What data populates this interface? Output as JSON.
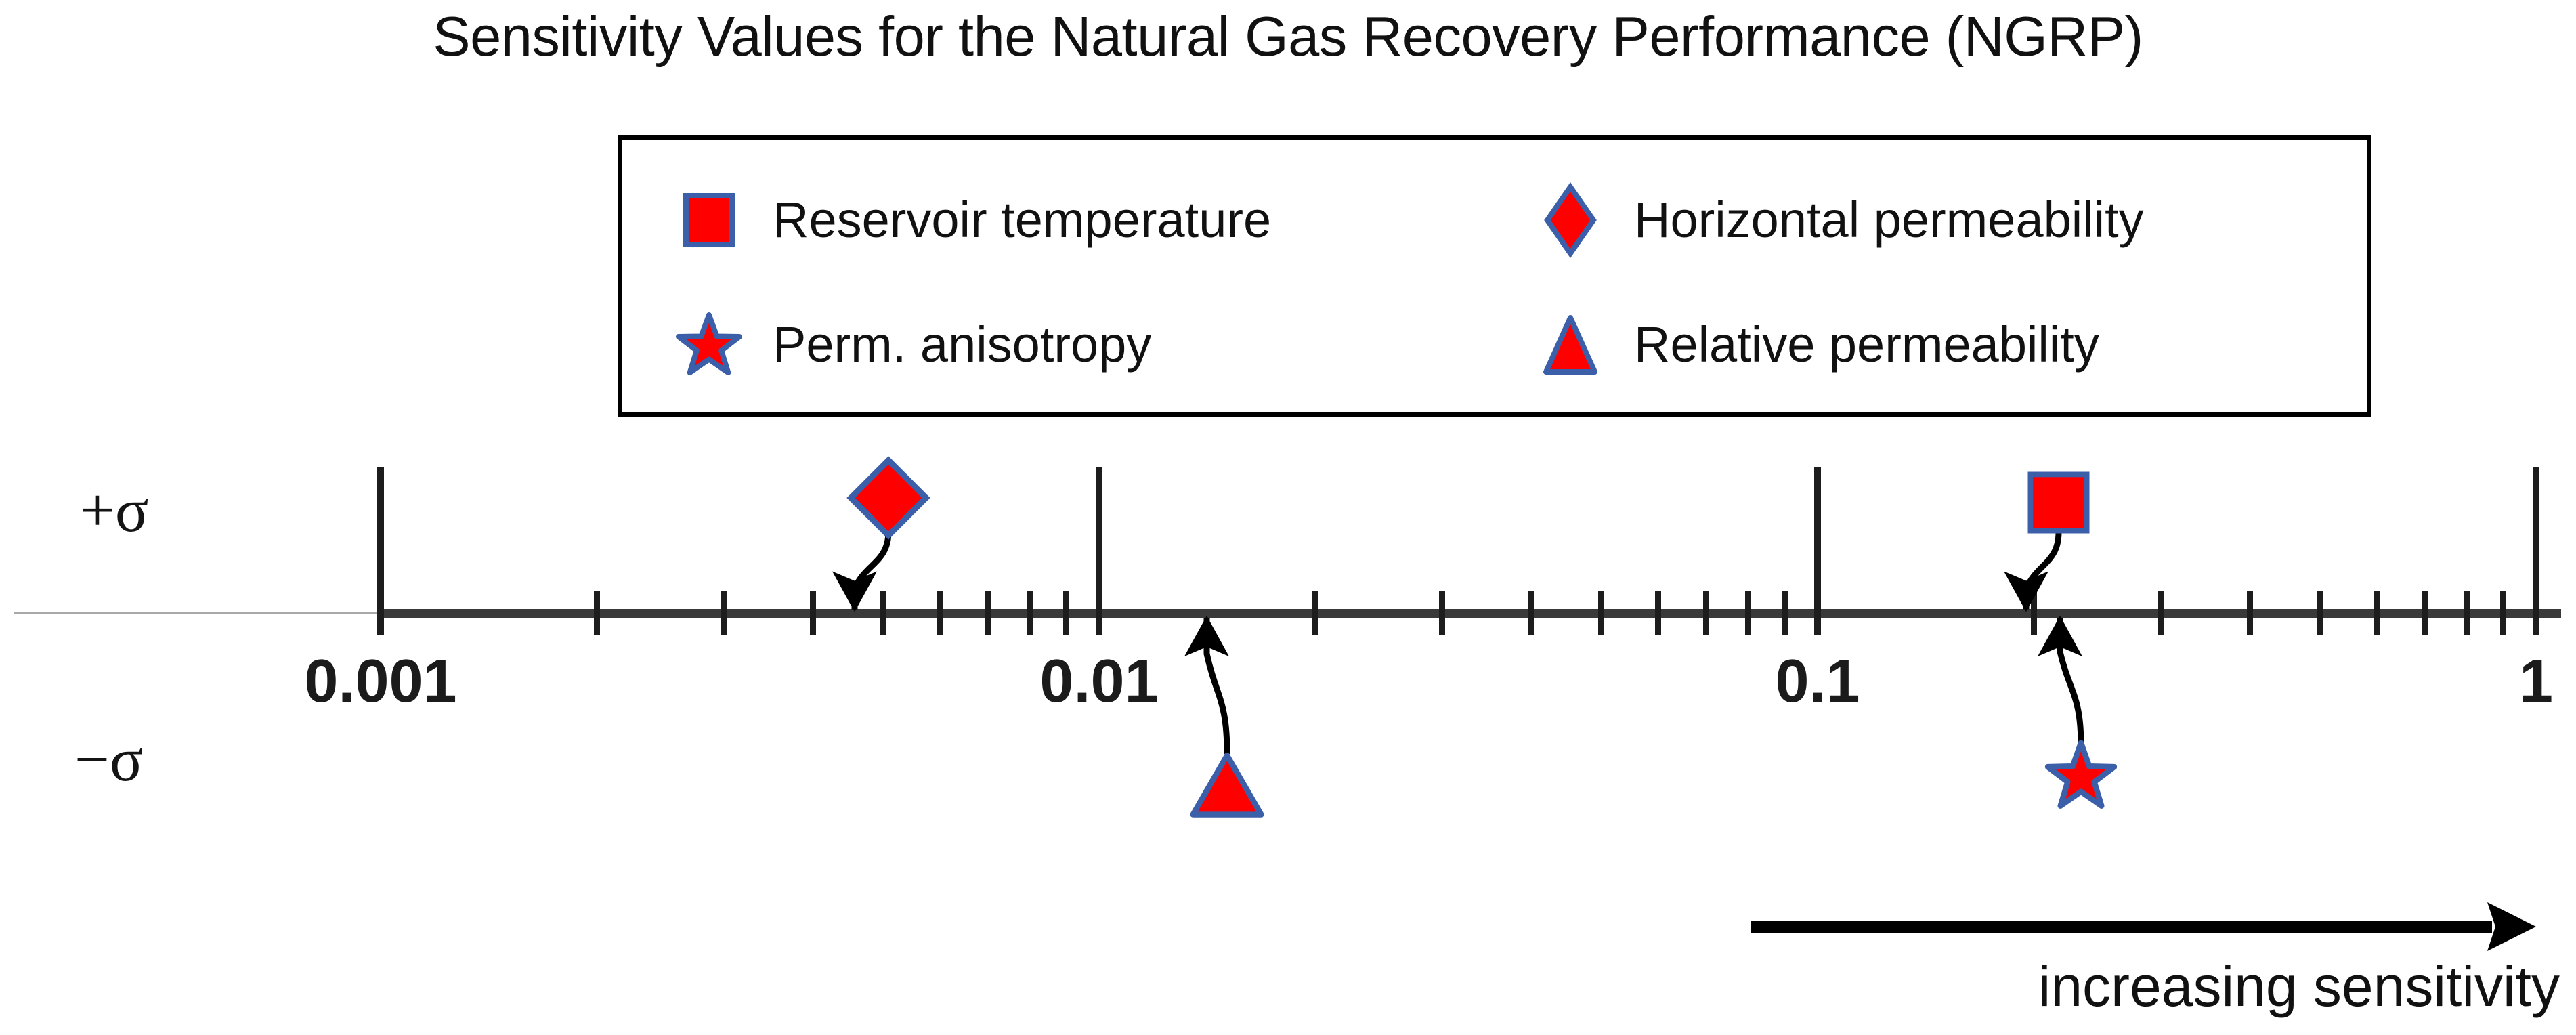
{
  "chart_data": {
    "type": "scatter",
    "title": "Sensitivity Values for the Natural Gas Recovery Performance (NGRP)",
    "xlabel": "",
    "ylabel": "",
    "xscale": "log",
    "xlim": [
      0.001,
      1
    ],
    "grid": false,
    "legend_position": "top-center",
    "axis_tick_labels": [
      "0.001",
      "0.01",
      "0.1",
      "1"
    ],
    "axis_tick_values": [
      0.001,
      0.01,
      0.1,
      1
    ],
    "row_labels": {
      "positive": "+σ",
      "negative": "−σ"
    },
    "annotation": "increasing sensitivity",
    "series": [
      {
        "name": "Reservoir temperature",
        "marker": "square",
        "row": "+σ",
        "value": 0.2,
        "marker_fill": "#FF0000",
        "marker_edge": "#3B5FA8"
      },
      {
        "name": "Horizontal permeability",
        "marker": "diamond",
        "row": "+σ",
        "value": 0.0049,
        "marker_fill": "#FF0000",
        "marker_edge": "#3B5FA8"
      },
      {
        "name": "Perm. anisotropy",
        "marker": "star",
        "row": "−σ",
        "value": 0.23,
        "marker_fill": "#FF0000",
        "marker_edge": "#3B5FA8"
      },
      {
        "name": "Relative permeability",
        "marker": "triangle",
        "row": "−σ",
        "value": 0.0155,
        "marker_fill": "#FF0000",
        "marker_edge": "#3B5FA8"
      }
    ]
  },
  "title": {
    "text": "Sensitivity Values for the Natural Gas Recovery Performance (NGRP)"
  },
  "legend": {
    "entries": [
      {
        "label": "Reservoir temperature",
        "marker": "square"
      },
      {
        "label": "Horizontal permeability",
        "marker": "diamond"
      },
      {
        "label": "Perm. anisotropy",
        "marker": "star"
      },
      {
        "label": "Relative permeability",
        "marker": "triangle"
      }
    ]
  },
  "axis": {
    "labels": [
      {
        "text": "0.001",
        "value": 0.001
      },
      {
        "text": "0.01",
        "value": 0.01
      },
      {
        "text": "0.1",
        "value": 0.1
      },
      {
        "text": "1",
        "value": 1
      }
    ]
  },
  "sigma": {
    "plus": "+σ",
    "minus": "−σ"
  },
  "annotation": {
    "increasing_sensitivity": "increasing sensitivity"
  },
  "colors": {
    "marker_fill": "#FF0000",
    "marker_edge": "#3B5FA8",
    "axis": "#3A3A3A",
    "text": "#111111"
  }
}
